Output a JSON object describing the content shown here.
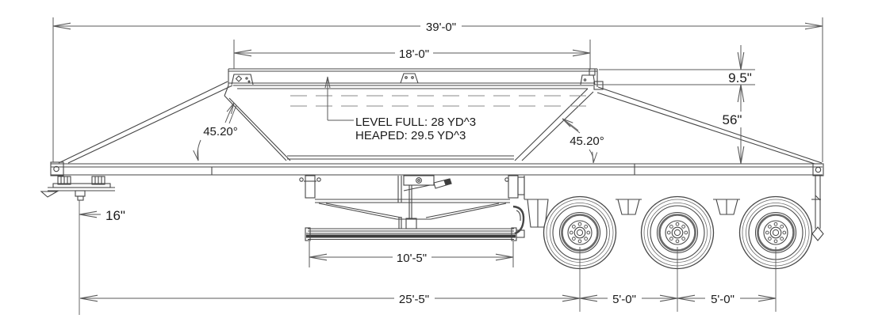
{
  "drawing": {
    "title": "bottom-dump-trailer-side-elevation",
    "colors": {
      "line": "#464646",
      "dim_line": "#5a5a5a",
      "hidden_line": "#8a8a8a",
      "text": "#1a1a1a",
      "dark_fill": "#3c3c3c",
      "background": "#ffffff"
    },
    "labels": {
      "overall_length": "39'-0\"",
      "top_opening_length": "18'-0\"",
      "top_rail_height": "9.5\"",
      "side_height": "56\"",
      "front_hopper_angle": "45.20°",
      "rear_hopper_angle": "45.20°",
      "capacity_level_full": "LEVEL FULL: 28 YD^3",
      "capacity_heaped": "HEAPED: 29.5 YD^3",
      "kingpin_setback": "16\"",
      "discharge_gate_length": "10'-5\"",
      "kingpin_to_front_axle": "25'-5\"",
      "axle_spacing_front": "5'-0\"",
      "axle_spacing_rear": "5'-0\""
    }
  }
}
